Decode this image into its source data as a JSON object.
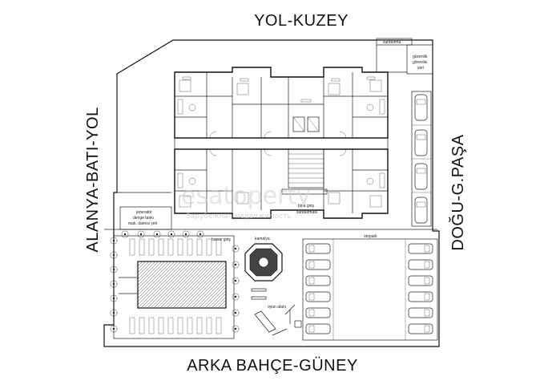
{
  "compass": {
    "north": "YOL-KUZEY",
    "south": "ARKA BAHÇE-GÜNEY",
    "west": "ALANYA-BATI-YOL",
    "east": "DOĞU-G.PAŞA"
  },
  "labels": {
    "sundurma_top": "sundurma",
    "guvenlik_1": "güvenlik",
    "guvenlik_2": "görevlisi",
    "guvenlik_3": "yeri",
    "jenerator_1": "jeneratör",
    "jenerator_2": "denge tankı",
    "jenerator_3": "mak. dairesi yeri",
    "bina_giris_1": "bina giriş",
    "bina_giris_2": "sundurması",
    "havuz_giris": "havuz giriş",
    "kamelya": "kamelya",
    "otopark": "otopark",
    "oyun_alani": "oyun alanı"
  },
  "watermark": {
    "main": "esatoperty",
    "sub": "Зарубежная недвижимость"
  },
  "colors": {
    "line": "#222222",
    "background": "#ffffff",
    "watermark": "#cfcfcf"
  }
}
